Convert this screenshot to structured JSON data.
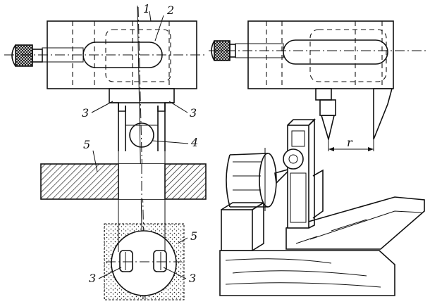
{
  "labels": {
    "one": "1",
    "two": "2",
    "three_left": "3",
    "three_right": "3",
    "four": "4",
    "five_top": "5",
    "five_bottom": "5",
    "three_bottom_left": "3",
    "three_bottom_right": "3",
    "r": "r"
  },
  "icons": {
    "knurled_screw_left": "knurled-screw-icon",
    "knurled_screw_right": "knurled-screw-icon"
  },
  "colors": {
    "ink": "#111111",
    "hatch": "#222222",
    "paper": "#ffffff"
  }
}
